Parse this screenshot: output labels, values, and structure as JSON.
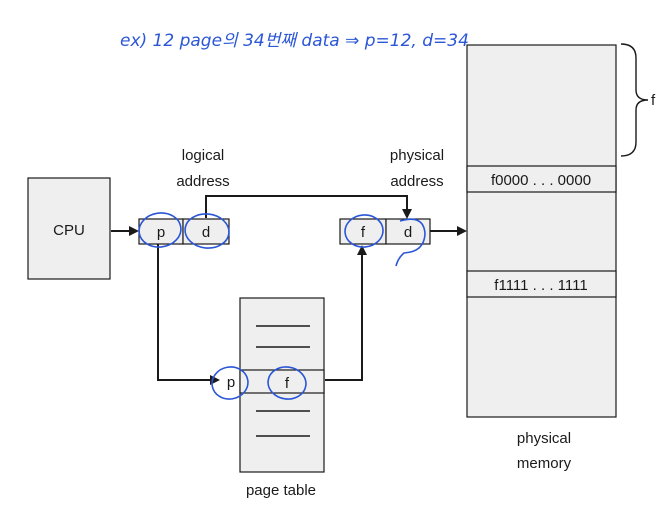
{
  "annotation": {
    "text": "ex) 12 page의 34번째 data ⇒ p=12, d=34",
    "color": "#2b56d6"
  },
  "cpu": {
    "label": "CPU"
  },
  "logical_address": {
    "caption_line1": "logical",
    "caption_line2": "address",
    "cells": [
      "p",
      "d"
    ]
  },
  "physical_address": {
    "caption_line1": "physical",
    "caption_line2": "address",
    "cells": [
      "f",
      "d"
    ]
  },
  "page_table": {
    "caption": "page table",
    "entry_p": "p",
    "entry_f": "f"
  },
  "physical_memory": {
    "caption_line1": "physical",
    "caption_line2": "memory",
    "frame_start": "f0000 . . . 0000",
    "frame_end": "f1111 . . . 1111",
    "brace_label": "f"
  },
  "colors": {
    "box_fill": "#efefef",
    "stroke": "#1a1a1a",
    "handwriting": "#2b56d6"
  }
}
